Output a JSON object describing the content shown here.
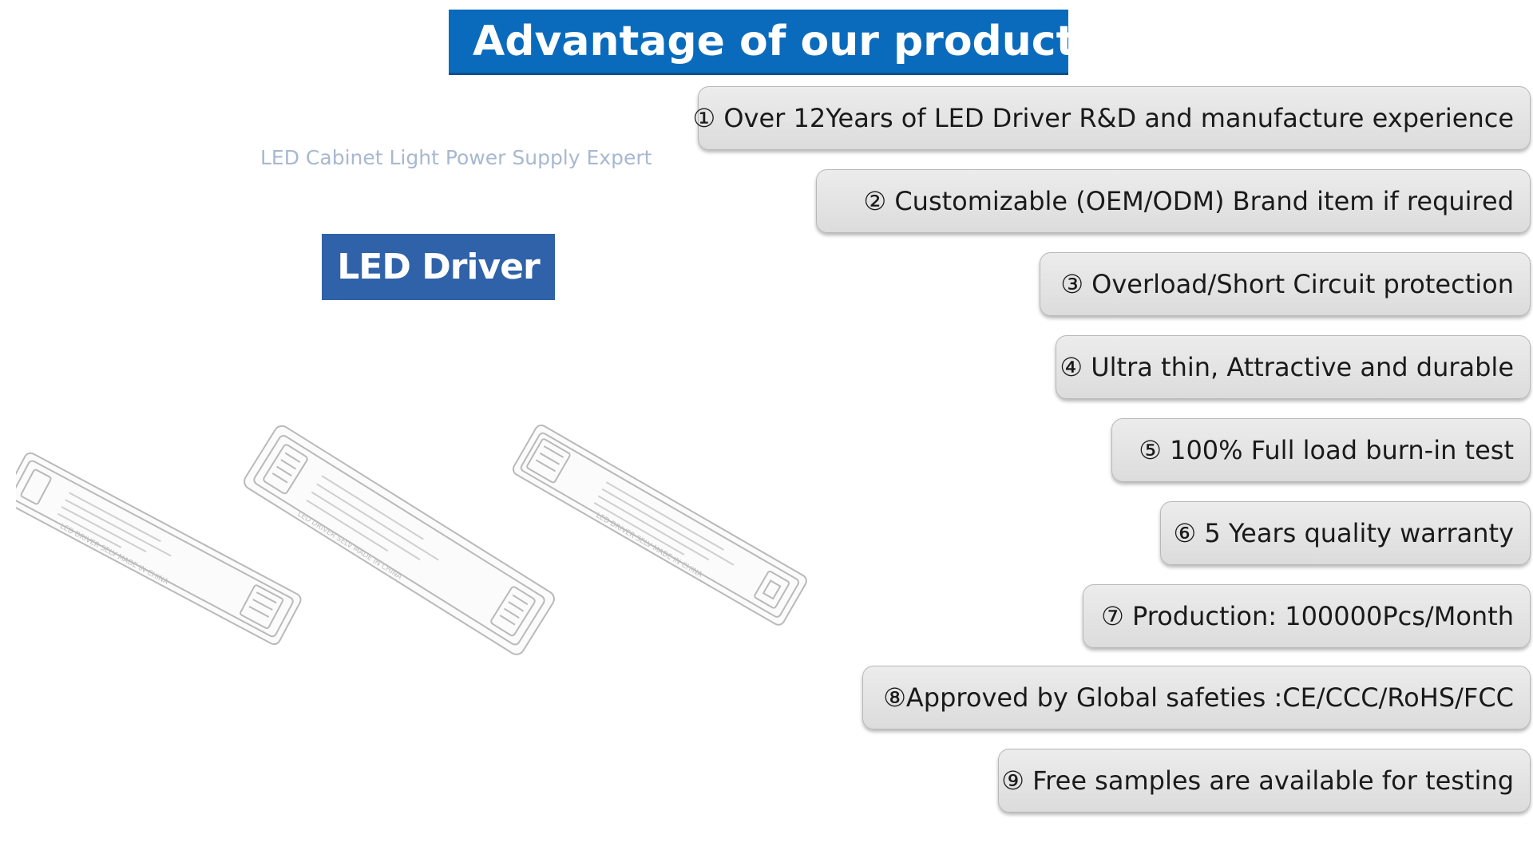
{
  "title": "Advantage of our products :",
  "tagline": "LED Cabinet Light Power Supply Expert",
  "product_label": "LED Driver",
  "advantages": [
    "① Over 12Years of LED Driver R&D and manufacture experience",
    "② Customizable (OEM/ODM) Brand item if required",
    "③ Overload/Short Circuit protection",
    "④ Ultra thin, Attractive and durable",
    "⑤ 100% Full load burn-in test",
    "⑥ 5 Years quality warranty",
    "⑦ Production: 100000Pcs/Month",
    "⑧Approved by Global safeties :CE/CCC/RoHS/FCC",
    "⑨ Free samples are available for testing"
  ],
  "illustration": {
    "device_caption": "LED DRIVER",
    "mark": "SELV",
    "origin": "MADE IN CHINA"
  },
  "colors": {
    "banner_blue": "#0a6bbd",
    "label_blue": "#2f62a8",
    "tagline_gray": "#a8b8cf",
    "pill_gray": "#e3e3e3"
  }
}
